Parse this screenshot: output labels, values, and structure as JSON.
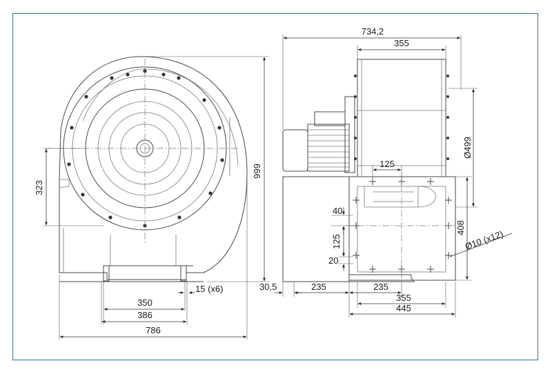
{
  "drawing": {
    "dimensions": {
      "overall_depth": "734,2",
      "housing_width_top": "355",
      "diameter": "Ø499",
      "inlet_centre_height": "323",
      "overall_height": "999",
      "outlet_width": "125",
      "flange_40": "40",
      "flange_125": "125",
      "flange_20": "20",
      "outlet_height": "408",
      "holes": "Ø10 (x12)",
      "foot_holes": "15 (x6)",
      "offset": "30,5",
      "base_235_left": "235",
      "base_235_right": "235",
      "base_355": "355",
      "base_445": "445",
      "foot_350": "350",
      "foot_386": "386",
      "overall_width": "786"
    }
  }
}
